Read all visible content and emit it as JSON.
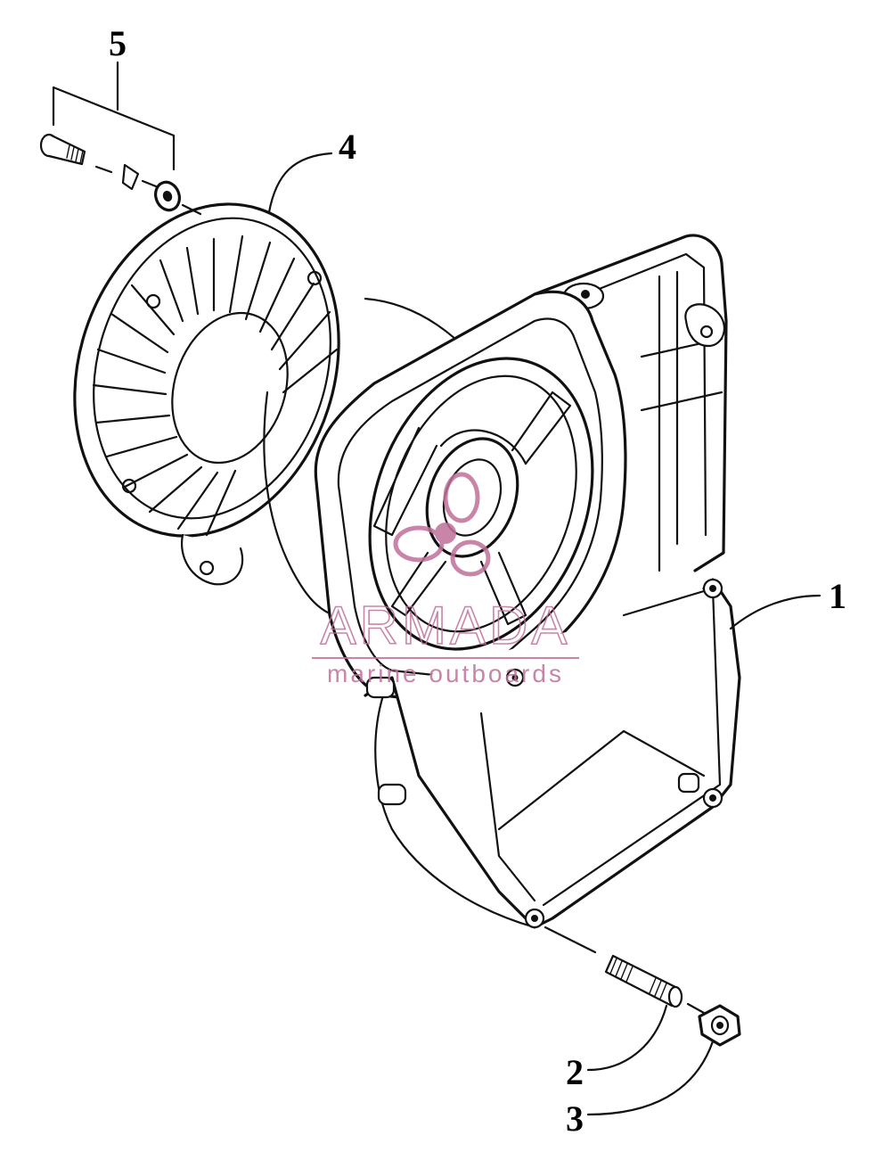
{
  "callouts": {
    "c1": "1",
    "c2": "2",
    "c3": "3",
    "c4": "4",
    "c5": "5"
  },
  "watermark": {
    "brand": "ARMADA",
    "tagline": "marine outboards",
    "color": "#c0709a"
  }
}
